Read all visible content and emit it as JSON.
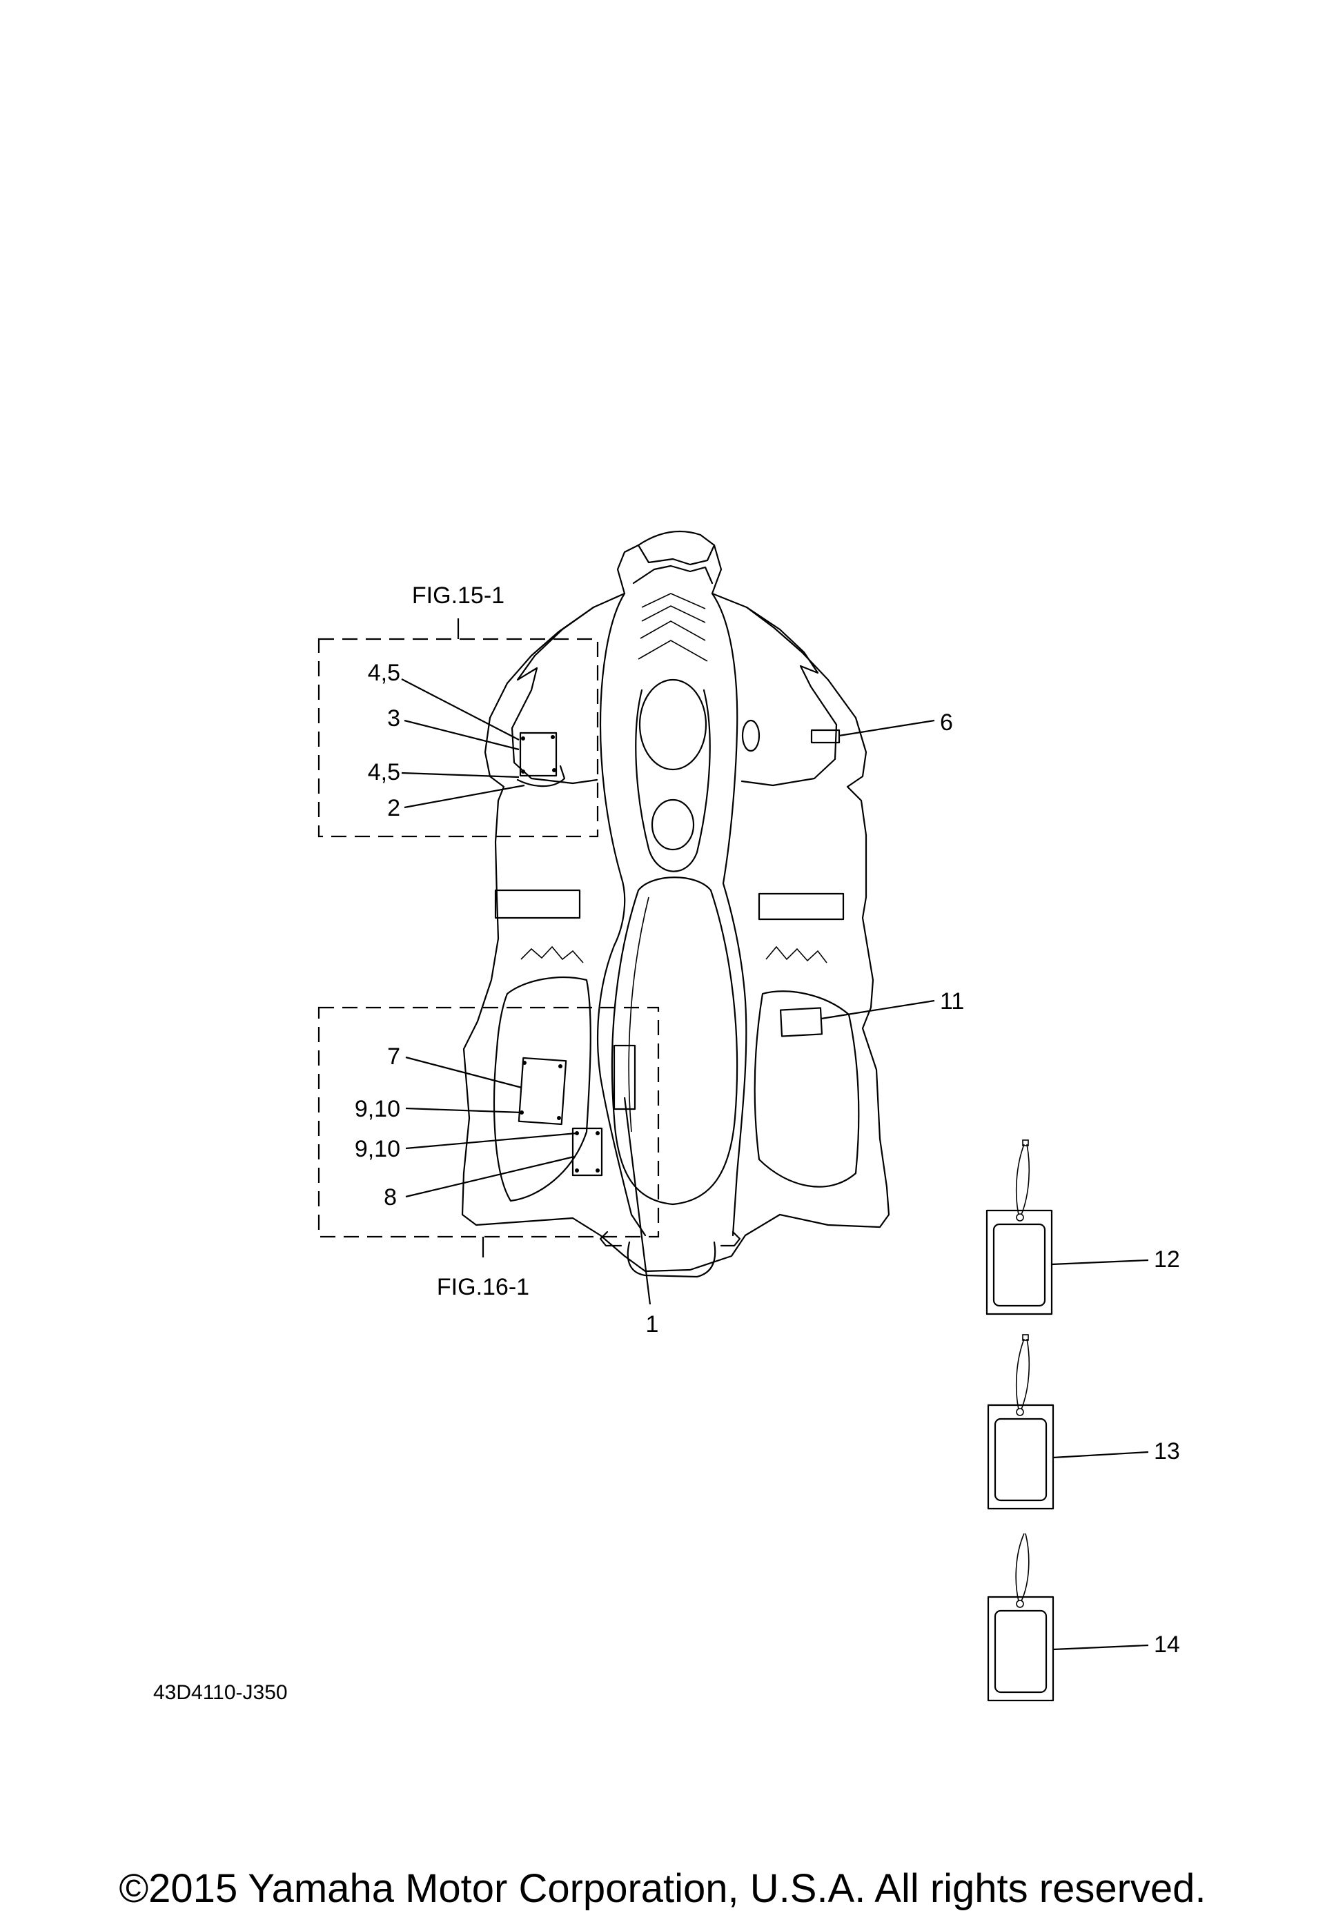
{
  "figures": {
    "fig_15_1": "FIG.15-1",
    "fig_16_1": "FIG.16-1"
  },
  "callouts": {
    "c1": "1",
    "c2": "2",
    "c3": "3",
    "c4_5_a": "4,5",
    "c4_5_b": "4,5",
    "c6": "6",
    "c7": "7",
    "c8": "8",
    "c9_10_a": "9,10",
    "c9_10_b": "9,10",
    "c11": "11",
    "c12": "12",
    "c13": "13",
    "c14": "14"
  },
  "diagram_code": "43D4110-J350",
  "copyright": "©2015 Yamaha Motor Corporation, U.S.A. All rights reserved."
}
